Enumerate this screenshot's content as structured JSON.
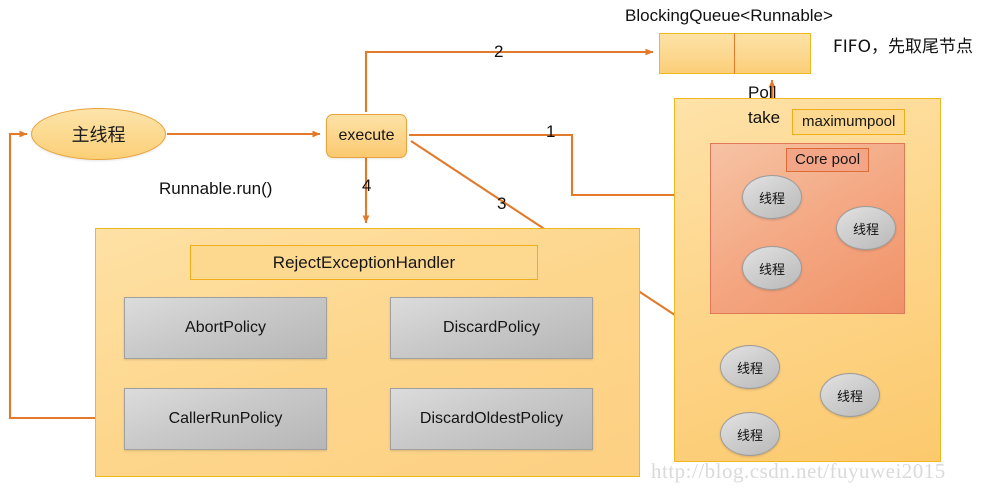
{
  "diagram": {
    "title_queue": "BlockingQueue<Runnable>",
    "note_fifo": "FIFO，先取尾节点",
    "main_thread": "主线程",
    "execute": "execute",
    "runnable_run": "Runnable.run()",
    "poll": "Poll",
    "take": "take",
    "maximumpool": "maximumpool",
    "core_pool": "Core pool",
    "thread_label": "线程",
    "reject_title": "RejectExceptionHandler",
    "policies": [
      "AbortPolicy",
      "DiscardPolicy",
      "CallerRunPolicy",
      "DiscardOldestPolicy"
    ],
    "edge_labels": {
      "one": "1",
      "two": "2",
      "three": "3",
      "four": "4"
    },
    "watermark": "http://blog.csdn.net/fuyuwei2015",
    "colors": {
      "arrow": "#e2792b",
      "amber_fill": "#fcd78d",
      "amber_border": "#f0b820",
      "salmon_fill": "#f3a383",
      "salmon_border": "#e0795a",
      "gray_fill": "#c9c9c9",
      "gray_border": "#a0a0a0",
      "watermark": "#dadada"
    }
  }
}
